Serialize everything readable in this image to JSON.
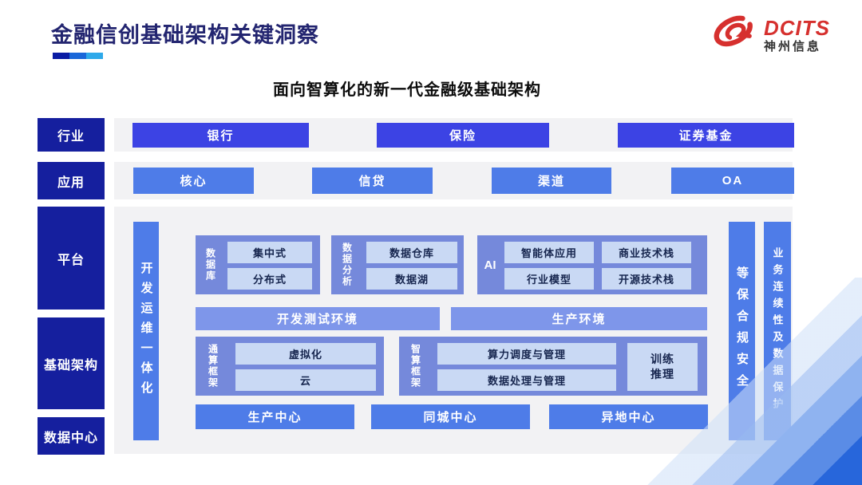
{
  "header": {
    "title": "金融信创基础架构关键洞察",
    "subtitle": "面向智算化的新一代金融级基础架构",
    "logo": {
      "brand": "DCITS",
      "company": "神州信息"
    }
  },
  "rail": {
    "industry": "行业",
    "application": "应用",
    "platform": "平台",
    "infrastructure": "基础架构",
    "datacenter": "数据中心"
  },
  "industry_row": {
    "items": [
      "银行",
      "保险",
      "证券基金"
    ]
  },
  "app_row": {
    "items": [
      "核心",
      "信贷",
      "渠道",
      "OA"
    ]
  },
  "platform": {
    "left_bar": "开发运维一体化",
    "groups": {
      "database": {
        "label": "数据库",
        "items": [
          "集中式",
          "分布式"
        ]
      },
      "analytics": {
        "label": "数据分析",
        "items": [
          "数据仓库",
          "数据湖"
        ]
      },
      "ai": {
        "label": "AI",
        "items": [
          "智能体应用",
          "商业技术栈",
          "行业模型",
          "开源技术栈"
        ]
      }
    },
    "env_bars": [
      "开发测试环境",
      "生产环境"
    ],
    "compute": {
      "general": {
        "label": "通算框架",
        "items": [
          "虚拟化",
          "云"
        ]
      },
      "intelligent": {
        "label": "智算框架",
        "items": [
          "算力调度与管理",
          "数据处理与管理"
        ],
        "side_box": "训练推理"
      }
    },
    "centers": [
      "生产中心",
      "同城中心",
      "异地中心"
    ],
    "right_bars": [
      "等保合规安全",
      "业务连续性及数据保护"
    ]
  },
  "colors": {
    "rail_navy": "#151f9e",
    "industry_button": "#3c43e4",
    "primary_blue": "#4e7ce8",
    "group_blue": "#7589db",
    "env_blue": "#7e96ea",
    "chip_light": "#c9d9f4",
    "strip_gray": "#f2f2f4",
    "title_navy": "#232570",
    "logo_red": "#d6302e"
  }
}
